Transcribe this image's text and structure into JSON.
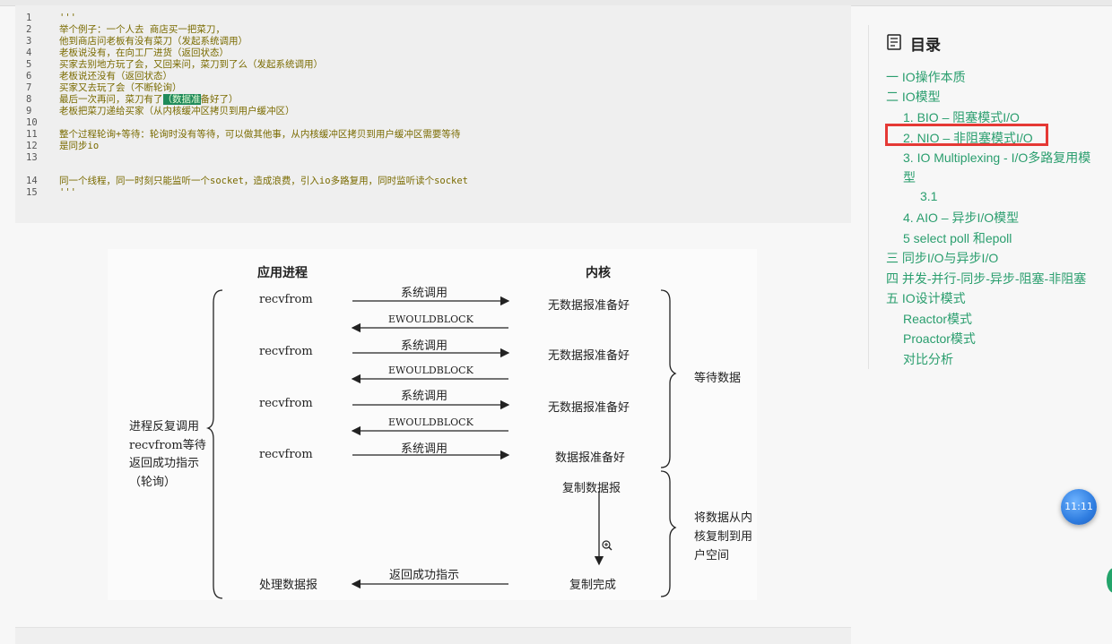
{
  "code": {
    "lines": [
      {
        "n": "1",
        "t": "'''"
      },
      {
        "n": "2",
        "t": "举个例子：一个人去 商店买一把菜刀，"
      },
      {
        "n": "3",
        "t": "他到商店问老板有没有菜刀（发起系统调用）"
      },
      {
        "n": "4",
        "t": "老板说没有，在向工厂进货（返回状态）"
      },
      {
        "n": "5",
        "t": "买家去别地方玩了会，又回来问，菜刀到了么（发起系统调用）"
      },
      {
        "n": "6",
        "t": "老板说还没有（返回状态）"
      },
      {
        "n": "7",
        "t": "买家又去玩了会（不断轮询）"
      },
      {
        "n": "8",
        "t": "最后一次再问，菜刀有了",
        "hl": "（数据准",
        "rest": "备好了）"
      },
      {
        "n": "9",
        "t": "老板把菜刀递给买家（从内核缓冲区拷贝到用户缓冲区）"
      },
      {
        "n": "10",
        "t": ""
      },
      {
        "n": "11",
        "t": "整个过程轮询+等待：轮询时没有等待，可以做其他事，从内核缓冲区拷贝到用户缓冲区需要等待"
      },
      {
        "n": "12",
        "t": "是同步io"
      },
      {
        "n": "13",
        "t": ""
      },
      {
        "n": "14",
        "t": "同一个线程，同一时刻只能监听一个socket，造成浪费，引入io多路复用，同时监听读个socket"
      },
      {
        "n": "15",
        "t": "'''"
      }
    ]
  },
  "figure": {
    "head_app": "应用进程",
    "head_kernel": "内核",
    "left_label": [
      "进程反复调用",
      "recvfrom等待",
      "返回成功指示",
      "（轮询）"
    ],
    "rows": [
      {
        "call": "recvfrom",
        "top": "系统调用",
        "bottom": "EWOULDBLOCK",
        "kernel": "无数据报准备好"
      },
      {
        "call": "recvfrom",
        "top": "系统调用",
        "bottom": "EWOULDBLOCK",
        "kernel": "无数据报准备好"
      },
      {
        "call": "recvfrom",
        "top": "系统调用",
        "bottom": "EWOULDBLOCK",
        "kernel": "无数据报准备好"
      },
      {
        "call": "recvfrom",
        "top": "系统调用",
        "bottom": "",
        "kernel": "数据报准备好"
      }
    ],
    "copy_start": "复制数据报",
    "copy_done": "复制完成",
    "process": "处理数据报",
    "return_ok": "返回成功指示",
    "wait_label": "等待数据",
    "copy_label": [
      "将数据从内",
      "核复制到用",
      "户空间"
    ]
  },
  "toc": {
    "title": "目录",
    "items": [
      {
        "label": "一 IO操作本质",
        "level": 0
      },
      {
        "label": "二 IO模型",
        "level": 0
      },
      {
        "label": "1. BIO – 阻塞模式I/O",
        "level": 1
      },
      {
        "label": "2. NIO – 非阻塞模式I/O",
        "level": 1
      },
      {
        "label": "3. IO Multiplexing - I/O多路复用模",
        "level": 1
      },
      {
        "label": "型",
        "level": 1
      },
      {
        "label": "3.1",
        "level": 2
      },
      {
        "label": "4. AIO – 异步I/O模型",
        "level": 1
      },
      {
        "label": "5 select poll 和epoll",
        "level": 1
      },
      {
        "label": "三 同步I/O与异步I/O",
        "level": 0
      },
      {
        "label": "四 并发-并行-同步-异步-阻塞-非阻塞",
        "level": 0
      },
      {
        "label": "五 IO设计模式",
        "level": 0
      },
      {
        "label": "Reactor模式",
        "level": 1
      },
      {
        "label": "Proactor模式",
        "level": 1
      },
      {
        "label": "对比分析",
        "level": 1
      }
    ],
    "highlight_color": "#e53935",
    "link_color": "#2a9e6e"
  },
  "badge": {
    "time": "11:11"
  }
}
